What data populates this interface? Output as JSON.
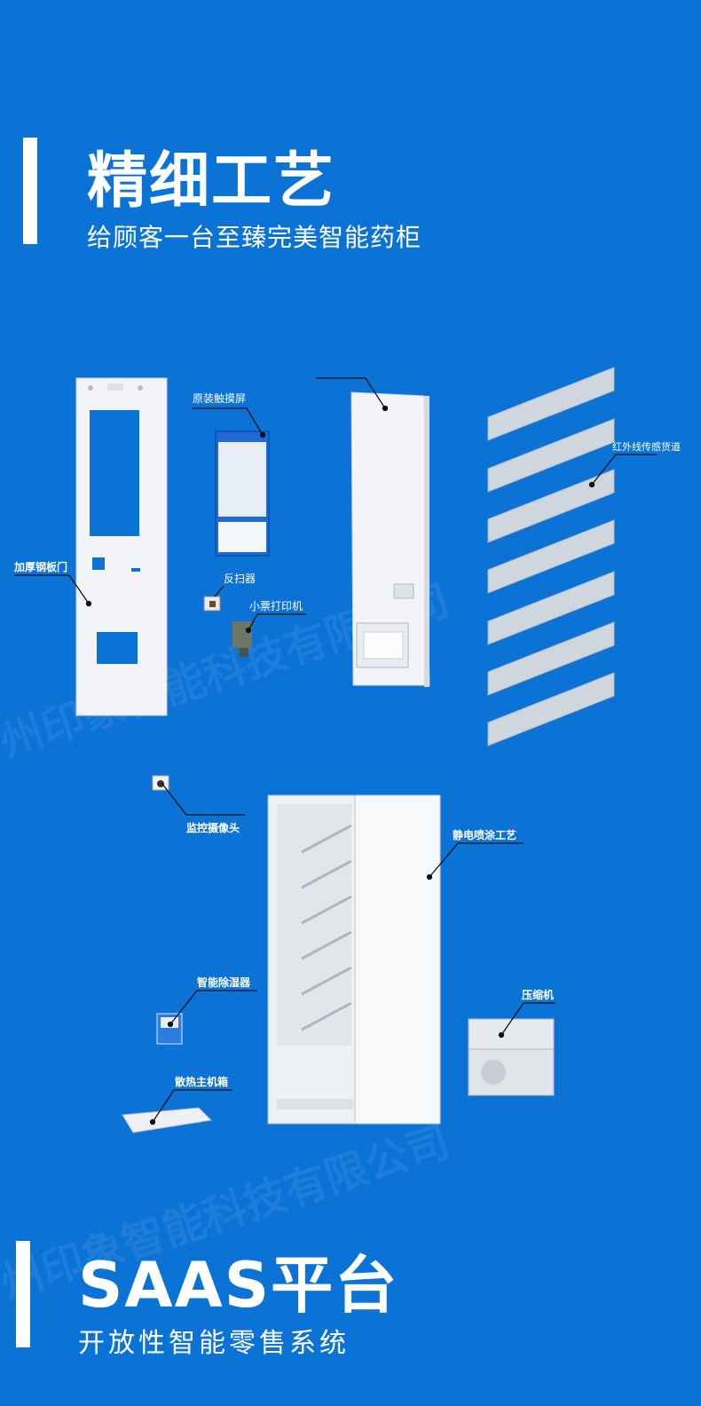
{
  "section1": {
    "title": "精细工艺",
    "subtitle": "给顾客一台至臻完美智能药柜"
  },
  "labels": {
    "touchscreen": "原装触摸屏",
    "door": "加厚钢板门",
    "scanner": "反扫器",
    "printer": "小票打印机",
    "channel": "红外线传感货道",
    "camera": "监控摄像头",
    "coating": "静电喷涂工艺",
    "dehumidifier": "智能除湿器",
    "compressor": "压缩机",
    "host_box": "散热主机箱"
  },
  "watermark": "州印象智能科技有限公司",
  "section2": {
    "title": "SAAS平台",
    "subtitle": "开放性智能零售系统"
  },
  "colors": {
    "background": "#0b72d6",
    "panel": "#f2f4f7",
    "shelf": "#cfd6de"
  }
}
